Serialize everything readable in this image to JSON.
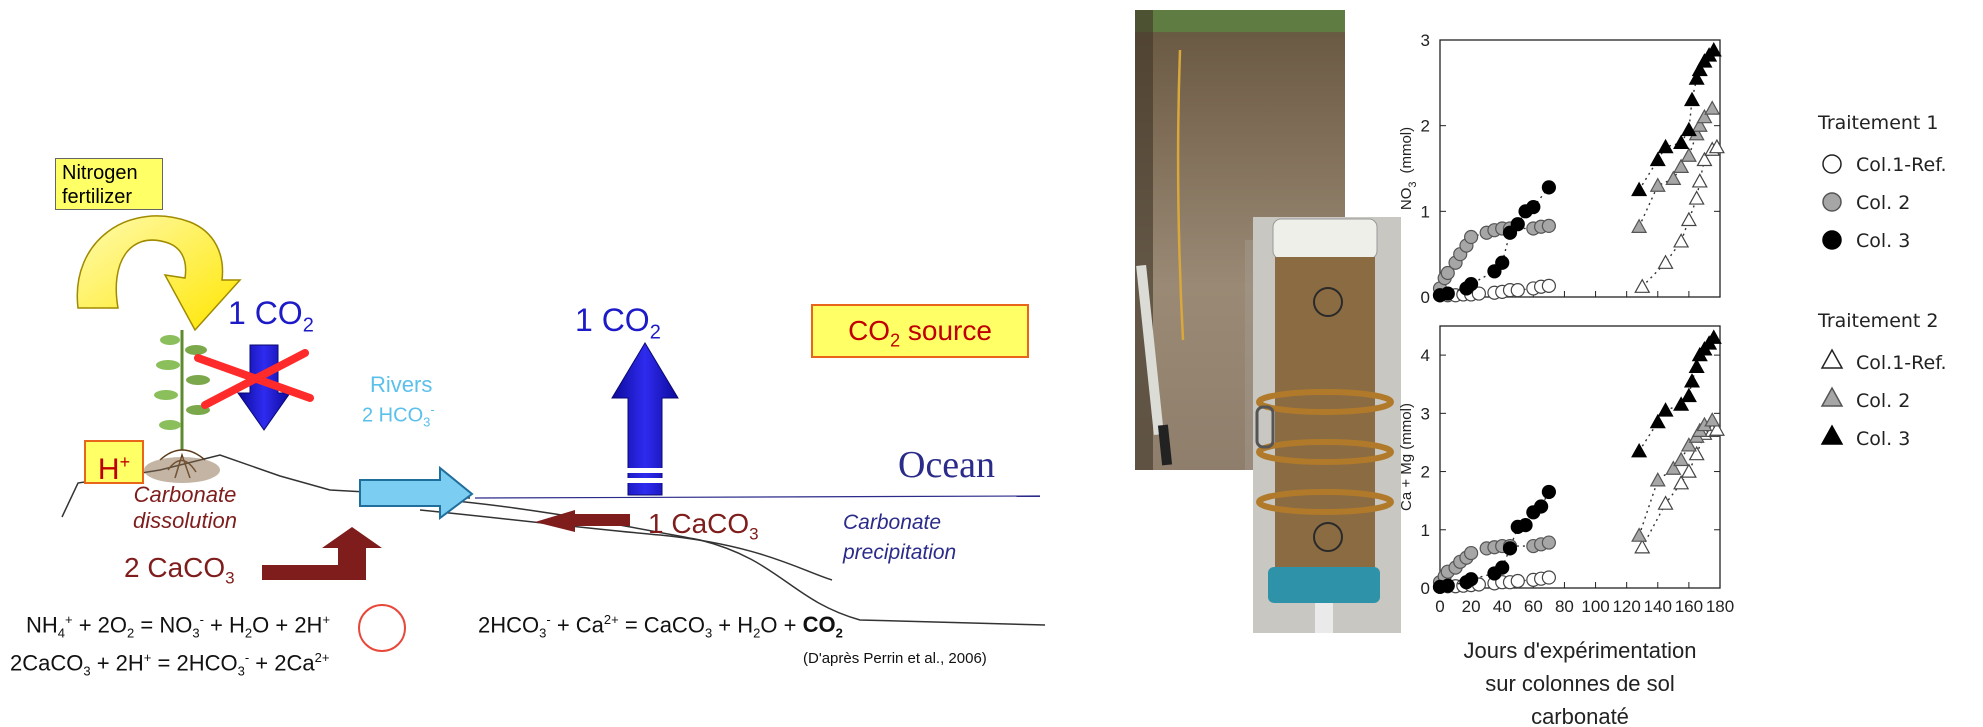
{
  "left": {
    "nitrogen_fertilizer_1": "Nitrogen",
    "nitrogen_fertilizer_2": "fertilizer",
    "co2_absorbed": "1 CO",
    "co2_absorbed_sub": "2",
    "rivers_label": "Rivers",
    "rivers_hco3": "2 HCO",
    "rivers_hco3_sub": "3",
    "rivers_hco3_sup": "-",
    "co2_released": "1 CO",
    "co2_released_sub": "2",
    "co2_source": "CO",
    "co2_source_sub": "2",
    "co2_source_rest": " source",
    "ocean": "Ocean",
    "h_plus": "H",
    "h_plus_sup": "+",
    "carbonate_dissolution_1": "Carbonate",
    "carbonate_dissolution_2": "dissolution",
    "caco3_precipitated": "1 CaCO",
    "caco3_precipitated_sub": "3",
    "carbonate_precipitation_1": "Carbonate",
    "carbonate_precipitation_2": "precipitation",
    "caco3_dissolved": "2 CaCO",
    "caco3_dissolved_sub": "3",
    "eq1": {
      "a": "NH",
      "a_sub": "4",
      "a_sup": "+",
      "b": " + 2O",
      "b_sub": "2",
      "c": " = NO",
      "c_sub": "3",
      "c_sup": "-",
      "d": " +  H",
      "d_sub": "2",
      "e": "O + ",
      "f": "2H",
      "f_sup": "+"
    },
    "eq2": {
      "a": "2CaCO",
      "a_sub": "3",
      "b": " + 2H",
      "b_sup": "+",
      "c": " =  2HCO",
      "c_sub": "3",
      "c_sup": "-",
      "d": " + 2Ca",
      "d_sup": "2+"
    },
    "eq3": {
      "a": "2HCO",
      "a_sub": "3",
      "a_sup": "-",
      "b": " + Ca",
      "b_sup": "2+",
      "c": " = CaCO",
      "c_sub": "3",
      "d": " + H",
      "d_sub": "2",
      "e": "O + ",
      "f": "CO",
      "f_sub": "2"
    },
    "citation": "(D'après Perrin et al., 2006)"
  },
  "legend": {
    "treatment1": "Traitement 1",
    "treatment2": "Traitement 2",
    "t1_items": [
      "Col.1-Ref.",
      "Col. 2",
      "Col. 3"
    ],
    "t2_items": [
      "Col.1-Ref.",
      "Col. 2",
      "Col. 3"
    ]
  },
  "colors": {
    "dark_red": "#7f1d1d",
    "blue_arrow": "#1d1bc8",
    "light_blue": "#5bc0eb",
    "ocean_text": "#2b2b8a",
    "yellow_box": "#ffff66",
    "box_border": "#e8651a",
    "col2_gray": "#a6a6a6"
  },
  "chart_data": [
    {
      "type": "scatter",
      "ylabel": "NO3 (mmol)",
      "ylabel_main": "NO",
      "ylabel_sub": "3",
      "ylabel_unit": "(mmol)",
      "xlim": [
        0,
        180
      ],
      "ylim": [
        0,
        3
      ],
      "yticks": [
        "0",
        "1",
        "2",
        "3"
      ],
      "series": [
        {
          "name": "Traitement 1 Col.1-Ref.",
          "marker": "circle-open",
          "points": [
            [
              0,
              0.02
            ],
            [
              5,
              0.02
            ],
            [
              10,
              0.02
            ],
            [
              15,
              0.03
            ],
            [
              20,
              0.03
            ],
            [
              25,
              0.04
            ],
            [
              35,
              0.05
            ],
            [
              40,
              0.06
            ],
            [
              45,
              0.08
            ],
            [
              50,
              0.08
            ],
            [
              60,
              0.1
            ],
            [
              65,
              0.12
            ],
            [
              70,
              0.13
            ]
          ]
        },
        {
          "name": "Traitement 1 Col. 2",
          "marker": "circle-gray",
          "points": [
            [
              0,
              0.1
            ],
            [
              3,
              0.22
            ],
            [
              5,
              0.28
            ],
            [
              10,
              0.4
            ],
            [
              13,
              0.5
            ],
            [
              17,
              0.6
            ],
            [
              20,
              0.7
            ],
            [
              30,
              0.75
            ],
            [
              35,
              0.78
            ],
            [
              40,
              0.8
            ],
            [
              45,
              0.8
            ],
            [
              60,
              0.8
            ],
            [
              65,
              0.82
            ],
            [
              70,
              0.83
            ]
          ]
        },
        {
          "name": "Traitement 1 Col. 3",
          "marker": "circle-black",
          "points": [
            [
              0,
              0.02
            ],
            [
              5,
              0.04
            ],
            [
              17,
              0.1
            ],
            [
              20,
              0.15
            ],
            [
              35,
              0.3
            ],
            [
              40,
              0.4
            ],
            [
              45,
              0.75
            ],
            [
              50,
              0.85
            ],
            [
              55,
              1.0
            ],
            [
              60,
              1.05
            ],
            [
              70,
              1.28
            ]
          ]
        },
        {
          "name": "Traitement 2 Col.1-Ref.",
          "marker": "triangle-open",
          "points": [
            [
              130,
              0.12
            ],
            [
              145,
              0.4
            ],
            [
              155,
              0.65
            ],
            [
              160,
              0.9
            ],
            [
              165,
              1.15
            ],
            [
              167,
              1.35
            ],
            [
              170,
              1.6
            ],
            [
              175,
              1.72
            ],
            [
              178,
              1.75
            ]
          ]
        },
        {
          "name": "Traitement 2 Col. 2",
          "marker": "triangle-gray",
          "points": [
            [
              128,
              0.82
            ],
            [
              140,
              1.3
            ],
            [
              150,
              1.38
            ],
            [
              155,
              1.52
            ],
            [
              160,
              1.65
            ],
            [
              165,
              1.9
            ],
            [
              167,
              2.0
            ],
            [
              170,
              2.1
            ],
            [
              175,
              2.2
            ]
          ]
        },
        {
          "name": "Traitement 2 Col. 3",
          "marker": "triangle-black",
          "points": [
            [
              128,
              1.25
            ],
            [
              140,
              1.6
            ],
            [
              145,
              1.75
            ],
            [
              155,
              1.8
            ],
            [
              160,
              1.95
            ],
            [
              162,
              2.3
            ],
            [
              165,
              2.55
            ],
            [
              167,
              2.65
            ],
            [
              170,
              2.75
            ],
            [
              173,
              2.82
            ],
            [
              176,
              2.88
            ]
          ]
        }
      ]
    },
    {
      "type": "scatter",
      "xlabel_lines": [
        "Jours d'expérimentation",
        "sur colonnes de sol",
        "carbonaté"
      ],
      "ylabel": "Ca + Mg  (mmol)",
      "xlim": [
        0,
        180
      ],
      "ylim": [
        0,
        4.5
      ],
      "xticks": [
        "0",
        "20",
        "40",
        "60",
        "80",
        "100",
        "120",
        "140",
        "160",
        "180"
      ],
      "yticks": [
        "0",
        "1",
        "2",
        "3",
        "4"
      ],
      "series": [
        {
          "name": "Traitement 1 Col.1-Ref.",
          "marker": "circle-open",
          "points": [
            [
              0,
              0.02
            ],
            [
              5,
              0.03
            ],
            [
              10,
              0.03
            ],
            [
              15,
              0.04
            ],
            [
              20,
              0.05
            ],
            [
              25,
              0.06
            ],
            [
              35,
              0.08
            ],
            [
              40,
              0.1
            ],
            [
              45,
              0.1
            ],
            [
              50,
              0.12
            ],
            [
              60,
              0.14
            ],
            [
              65,
              0.16
            ],
            [
              70,
              0.18
            ]
          ]
        },
        {
          "name": "Traitement 1 Col. 2",
          "marker": "circle-gray",
          "points": [
            [
              0,
              0.1
            ],
            [
              3,
              0.2
            ],
            [
              5,
              0.28
            ],
            [
              10,
              0.35
            ],
            [
              13,
              0.45
            ],
            [
              17,
              0.52
            ],
            [
              20,
              0.6
            ],
            [
              30,
              0.68
            ],
            [
              35,
              0.7
            ],
            [
              40,
              0.72
            ],
            [
              45,
              0.72
            ],
            [
              60,
              0.72
            ],
            [
              65,
              0.75
            ],
            [
              70,
              0.78
            ]
          ]
        },
        {
          "name": "Traitement 1 Col. 3",
          "marker": "circle-black",
          "points": [
            [
              0,
              0.02
            ],
            [
              5,
              0.04
            ],
            [
              17,
              0.1
            ],
            [
              20,
              0.15
            ],
            [
              35,
              0.25
            ],
            [
              40,
              0.35
            ],
            [
              45,
              0.68
            ],
            [
              50,
              1.05
            ],
            [
              55,
              1.08
            ],
            [
              60,
              1.3
            ],
            [
              65,
              1.4
            ],
            [
              70,
              1.65
            ]
          ]
        },
        {
          "name": "Traitement 2 Col.1-Ref.",
          "marker": "triangle-open",
          "points": [
            [
              130,
              0.7
            ],
            [
              145,
              1.45
            ],
            [
              155,
              1.8
            ],
            [
              160,
              2.0
            ],
            [
              165,
              2.3
            ],
            [
              170,
              2.65
            ],
            [
              175,
              2.7
            ],
            [
              178,
              2.72
            ]
          ]
        },
        {
          "name": "Traitement 2 Col. 2",
          "marker": "triangle-gray",
          "points": [
            [
              128,
              0.9
            ],
            [
              140,
              1.85
            ],
            [
              150,
              2.05
            ],
            [
              155,
              2.2
            ],
            [
              160,
              2.45
            ],
            [
              165,
              2.6
            ],
            [
              167,
              2.7
            ],
            [
              170,
              2.8
            ],
            [
              175,
              2.88
            ]
          ]
        },
        {
          "name": "Traitement 2 Col. 3",
          "marker": "triangle-black",
          "points": [
            [
              128,
              2.35
            ],
            [
              140,
              2.85
            ],
            [
              145,
              3.05
            ],
            [
              155,
              3.15
            ],
            [
              160,
              3.3
            ],
            [
              162,
              3.55
            ],
            [
              165,
              3.8
            ],
            [
              167,
              4.0
            ],
            [
              170,
              4.1
            ],
            [
              173,
              4.2
            ],
            [
              176,
              4.3
            ]
          ]
        }
      ]
    }
  ]
}
